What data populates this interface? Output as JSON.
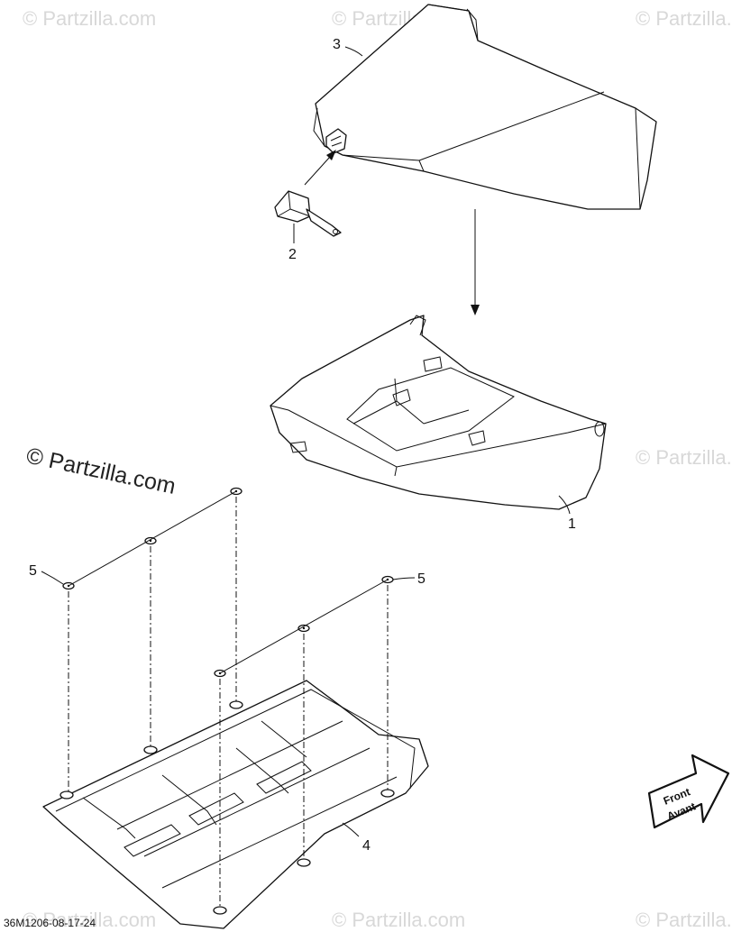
{
  "watermarks": {
    "brand": "© Partzilla.com",
    "main": "© Partzilla.com"
  },
  "callouts": {
    "c1": "1",
    "c2": "2",
    "c3": "3",
    "c4": "4",
    "c5a": "5",
    "c5b": "5"
  },
  "diagram_code": "36M1206-08-17-24",
  "front_arrow": {
    "line1": "Front",
    "line2": "Avant"
  }
}
